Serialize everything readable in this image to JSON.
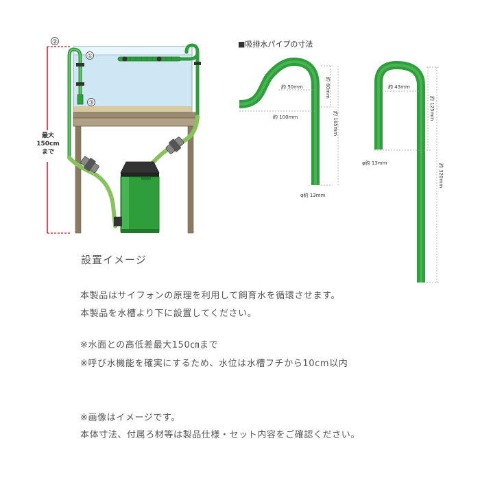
{
  "diagram": {
    "markers": {
      "m1": "①",
      "m2": "②",
      "m3": "③"
    },
    "height_note": {
      "line1": "最大",
      "line2": "150cm",
      "line3": "まで"
    },
    "pipe_heading": "■吸排水パイプの寸法",
    "pipe_a": {
      "width_small": "約 50mm",
      "width_large": "約 100mm",
      "height_top": "約 60mm",
      "height_full": "約 165mm",
      "diameter": "φ約 13mm"
    },
    "pipe_b": {
      "width": "約 43mm",
      "height_short": "約 125mm",
      "height_long": "約 320mm",
      "diameter": "φ約 13mm"
    },
    "colors": {
      "pipe_green": "#2e9e3a",
      "pipe_dark": "#1e7a28",
      "water": "#cfe6f4",
      "stand": "#8a7a62",
      "dimension_red": "#c8102e"
    }
  },
  "text": {
    "caption": "設置イメージ",
    "line1": "本製品はサイフォンの原理を利用して飼育水を循環させます。",
    "line2": "本製品を水槽より下に設置してください。",
    "note1": "※水面との高低差最大150㎝まで",
    "note2": "※呼び水機能を確実にするため、水位は水槽フチから10cm以内",
    "note3": "※画像はイメージです。",
    "note4": "本体寸法、付属ろ材等は製品仕様・セット内容をご確認ください。"
  }
}
